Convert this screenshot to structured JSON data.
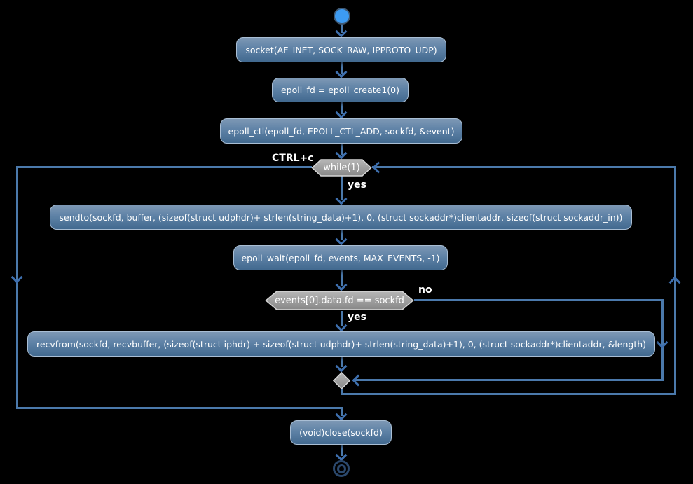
{
  "flowchart": {
    "activities": {
      "socket": "socket(AF_INET, SOCK_RAW, IPPROTO_UDP)",
      "epoll_create": "epoll_fd = epoll_create1(0)",
      "epoll_ctl": "epoll_ctl(epoll_fd, EPOLL_CTL_ADD, sockfd, &event)",
      "sendto": "sendto(sockfd, buffer, (sizeof(struct udphdr)+ strlen(string_data)+1), 0, (struct sockaddr*)clientaddr, sizeof(struct sockaddr_in))",
      "epoll_wait": "epoll_wait(epoll_fd, events, MAX_EVENTS, -1)",
      "recvfrom": "recvfrom(sockfd, recvbuffer, (sizeof(struct iphdr) + sizeof(struct udphdr)+ strlen(string_data)+1), 0, (struct sockaddr*)clientaddr, &length)",
      "close": "(void)close(sockfd)"
    },
    "decisions": {
      "while_loop": "while(1)",
      "fd_check": "events[0].data.fd == sockfd"
    },
    "labels": {
      "ctrl_c": "CTRL+c",
      "while_yes": "yes",
      "fd_no": "no",
      "fd_yes": "yes"
    },
    "colors": {
      "background": "#000000",
      "activity_gradient_top": "#7D98B5",
      "activity_gradient_bottom": "#42698F",
      "activity_border": "#A9BED4",
      "decision_gradient_top": "#B4B4B4",
      "decision_gradient_bottom": "#8A8A8A",
      "decision_border": "#D6D6D6",
      "line": "#4B79AB",
      "arrowhead": "#3E6FAE",
      "start_fill": "#3D9BF2",
      "start_border": "#3F5872",
      "end_ring": "#2B486C",
      "text": "#FFFFFF"
    }
  }
}
